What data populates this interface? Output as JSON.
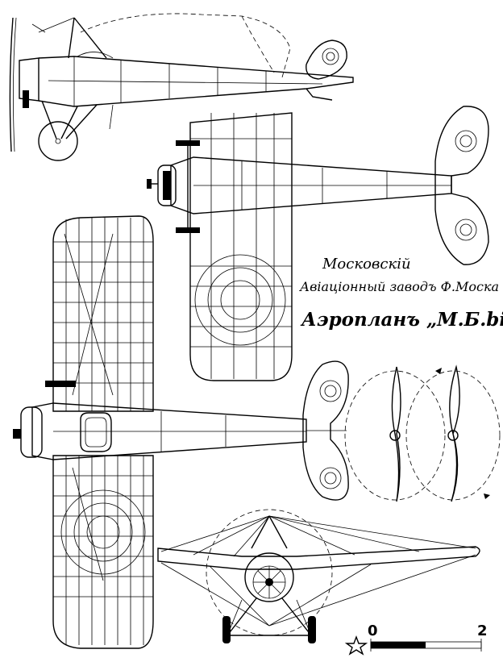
{
  "title": {
    "line1": "Московскій",
    "line2": "Авіаціонный заводъ Ф.Моска",
    "line3": "Аэропланъ „М.Б.bis“"
  },
  "scale": {
    "start_label": "0",
    "end_label": "2"
  }
}
